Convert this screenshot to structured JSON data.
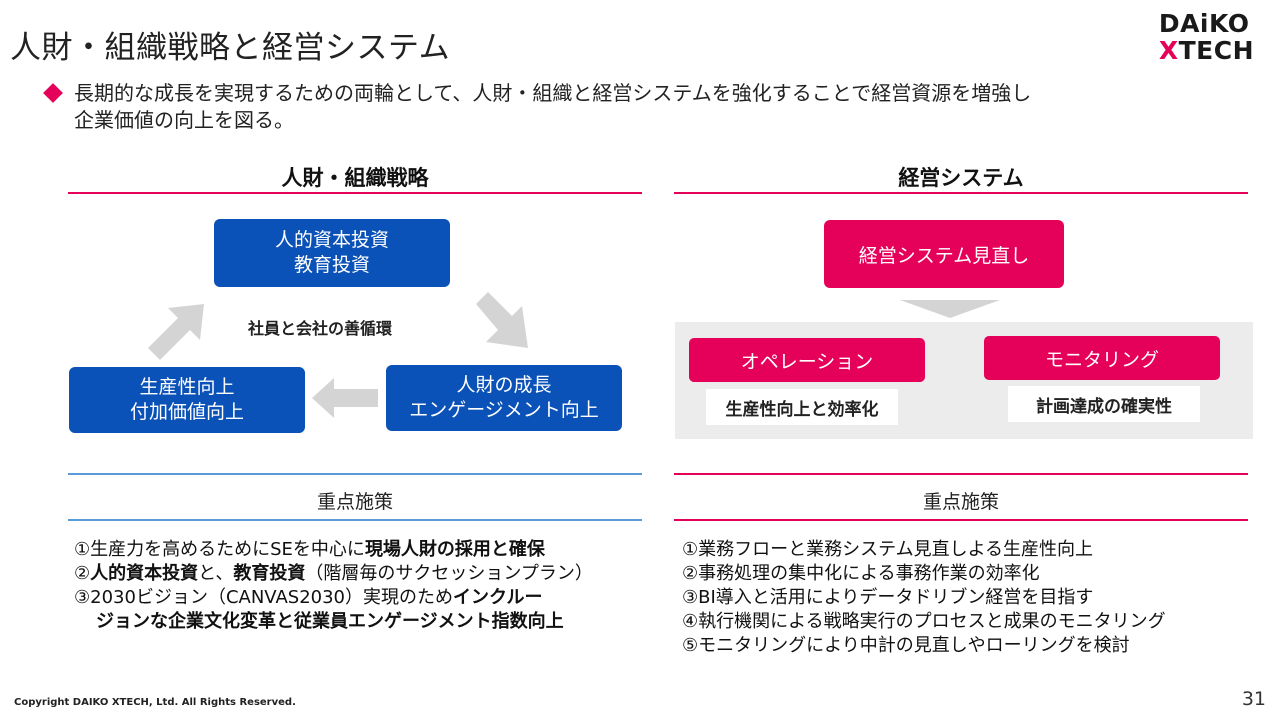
{
  "title": "人財・組織戦略と経営システム",
  "logo": {
    "line1": "DAiKO",
    "line2_x": "X",
    "line2_rest": "TECH"
  },
  "intro": {
    "line1": "長期的な成長を実現するための両輪として、人財・組織と経営システムを強化することで経営資源を増強し",
    "line2": "企業価値の向上を図る。"
  },
  "left": {
    "heading": "人財・組織戦略",
    "box_top": "人的資本投資\n教育投資",
    "box_right": "人財の成長\nエンゲージメント向上",
    "box_left": "生産性向上\n付加価値向上",
    "cycle_label": "社員と会社の善循環",
    "focus_heading": "重点施策",
    "items": [
      {
        "p1": "①生産力を高めるためにSEを中心に",
        "b1": "現場人財の採用と確保"
      },
      {
        "p0": "②",
        "b1": "人的資本投資",
        "p2": "と、",
        "b2": "教育投資",
        "p3": "（階層毎のサクセッションプラン）"
      },
      {
        "p1": "③2030ビジョン（CANVAS2030）実現のため",
        "b1": "インクルー"
      },
      {
        "b1": "ジョンな企業文化変革と従業員エンゲージメント指数向上"
      }
    ]
  },
  "right": {
    "heading": "経営システム",
    "box_top": "経営システム見直し",
    "box_ops": "オペレーション",
    "box_mon": "モニタリング",
    "label_ops": "生産性向上と効率化",
    "label_mon": "計画達成の確実性",
    "focus_heading": "重点施策",
    "items": [
      "①業務フローと業務システム見直しよる生産性向上",
      "②事務処理の集中化による事務作業の効率化",
      "③BI導入と活用によりデータドリブン経営を目指す",
      "④執行機関による戦略実行のプロセスと成果のモニタリング",
      "⑤モニタリングにより中計の見直しやローリングを検討"
    ]
  },
  "footer": {
    "copyright": "Copyright DAIKO XTECH, Ltd. All Rights Reserved.",
    "page": "31"
  },
  "colors": {
    "accent_pink": "#e5005a",
    "accent_blue": "#0a51b8",
    "panel_gray": "#ececec",
    "arrow_gray": "#d4d4d4"
  }
}
